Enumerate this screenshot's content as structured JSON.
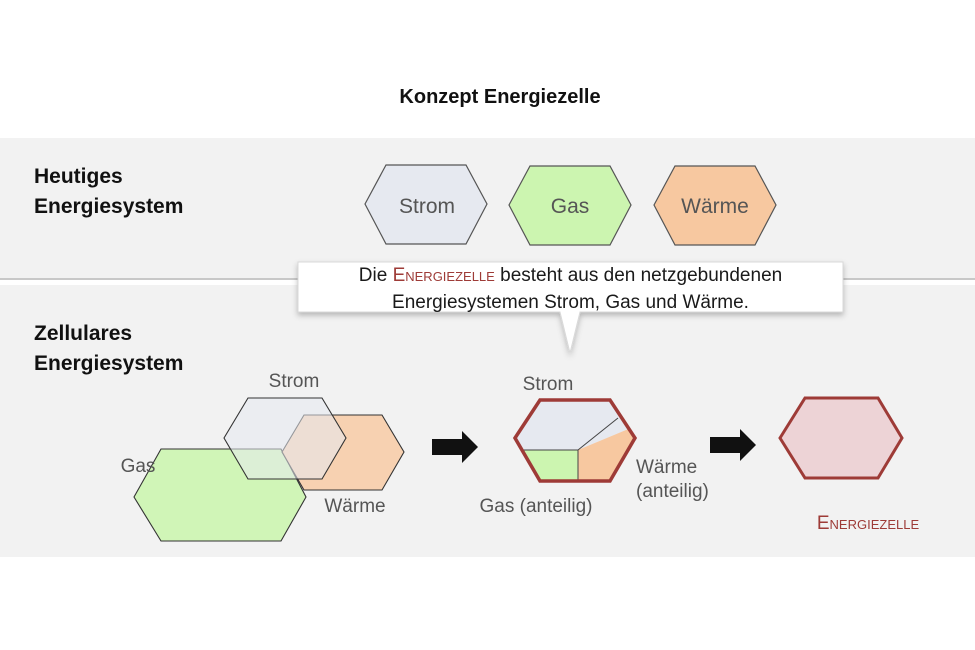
{
  "title": "Konzept Energiezelle",
  "sections": {
    "today": {
      "line1": "Heutiges",
      "line2": "Energiesystem"
    },
    "cellular": {
      "line1": "Zellulares",
      "line2": "Energiesystem"
    }
  },
  "hexagons_top": {
    "strom": "Strom",
    "gas": "Gas",
    "waerme": "Wärme"
  },
  "callout": {
    "prefix": "Die ",
    "term": "Energiezelle",
    "suffix": " besteht aus den netzgebundenen",
    "line2": "Energiesystemen Strom, Gas und Wärme."
  },
  "overlap_labels": {
    "strom": "Strom",
    "gas": "Gas",
    "waerme": "Wärme"
  },
  "partial_labels": {
    "strom": "Strom",
    "gas": "Gas (anteilig)",
    "waerme_line1": "Wärme",
    "waerme_line2": "(anteilig)"
  },
  "result_label": "Energiezelle",
  "colors": {
    "strom_fill": "#e6e9f0",
    "gas_fill": "#ccf5b0",
    "waerme_fill": "#f7c8a0",
    "cell_fill": "#edd3d6",
    "cell_border": "#9e3b37",
    "band": "#f2f2f2"
  }
}
